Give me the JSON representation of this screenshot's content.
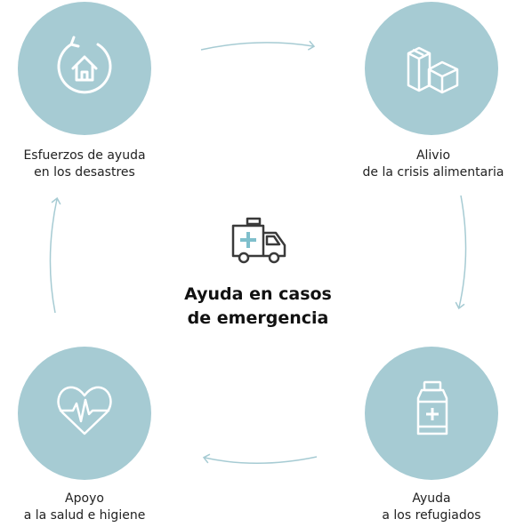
{
  "center": {
    "title_line1": "Ayuda en casos",
    "title_line2": "de emergencia",
    "icon": "ambulance-icon"
  },
  "nodes": [
    {
      "id": "disaster",
      "line1": "Esfuerzos de ayuda",
      "line2": "en los desastres",
      "icon": "house-cycle-icon"
    },
    {
      "id": "food",
      "line1": "Alivio",
      "line2": "de la crisis alimentaria",
      "icon": "boxes-icon"
    },
    {
      "id": "refugees",
      "line1": "Ayuda",
      "line2": "a los refugiados",
      "icon": "medicine-bottle-icon"
    },
    {
      "id": "health",
      "line1": "Apoyo",
      "line2": "a la salud e higiene",
      "icon": "heartbeat-icon"
    }
  ],
  "colors": {
    "circle": "#a6cbd3",
    "icon": "#ffffff",
    "arrow": "#a6cbd3",
    "accent": "#7fbfcc",
    "dark": "#3a3a3a"
  }
}
